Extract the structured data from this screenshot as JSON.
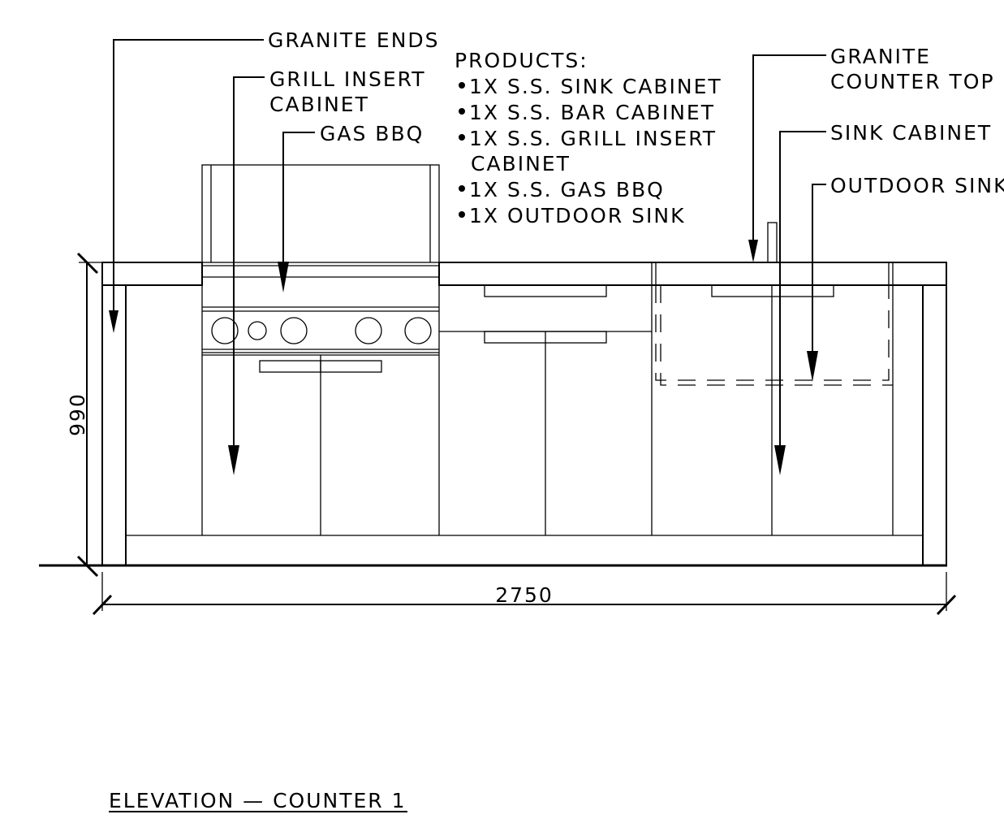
{
  "labels": {
    "granite_ends": "GRANITE  ENDS",
    "grill_insert_1": "GRILL  INSERT",
    "grill_insert_2": "CABINET",
    "gas_bbq": "GAS  BBQ",
    "granite_counter_1": "GRANITE",
    "granite_counter_2": "COUNTER  TOP",
    "sink_cabinet": "SINK  CABINET",
    "outdoor_sink": "OUTDOOR  SINK"
  },
  "products": {
    "heading": "PRODUCTS:",
    "items": [
      "1X  S.S.  SINK  CABINET",
      "1X  S.S.  BAR  CABINET",
      "1X  S.S.  GRILL  INSERT",
      "CABINET",
      "1X  S.S.  GAS  BBQ",
      "1X  OUTDOOR  SINK"
    ]
  },
  "dimensions": {
    "height": "990",
    "width": "2750"
  },
  "title": "ELEVATION  —  COUNTER  1"
}
